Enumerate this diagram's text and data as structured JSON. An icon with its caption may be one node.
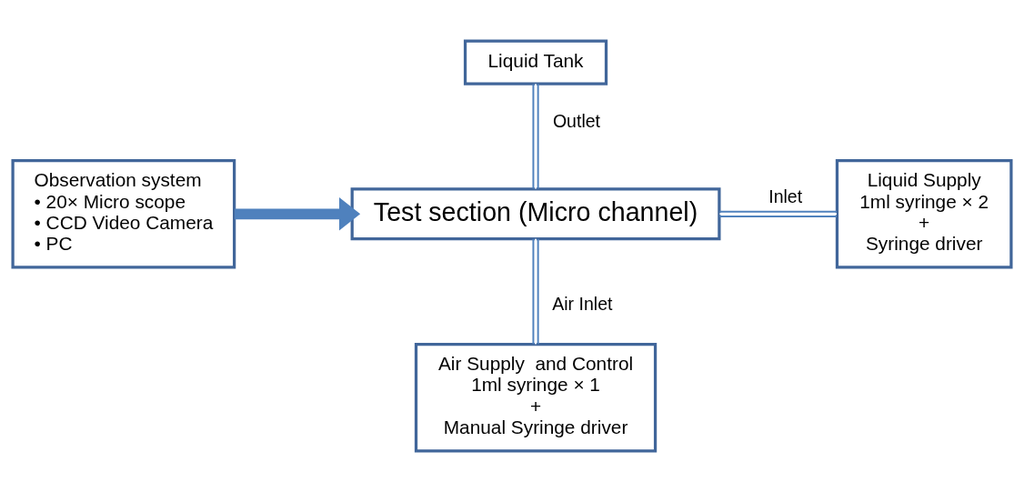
{
  "diagram": {
    "nodes": [
      {
        "text": [
          "Liquid Tank"
        ]
      },
      {
        "text": [
          "Observation system",
          "• 20× Micro scope",
          "• CCD Video Camera",
          "• PC"
        ]
      },
      {
        "text": [
          "Test section (Micro channel)"
        ]
      },
      {
        "text": [
          "Liquid Supply",
          "1ml syringe × 2",
          "+",
          "Syringe driver"
        ]
      },
      {
        "text": [
          "Air Supply  and Control",
          "1ml syringe × 1",
          "+",
          "Manual Syringe driver"
        ]
      }
    ],
    "edges": [
      {
        "from": 0,
        "to": 2,
        "arrow": "none",
        "label": "Outlet"
      },
      {
        "from": 1,
        "to": 2,
        "arrow": "to",
        "style": "thick"
      },
      {
        "from": 2,
        "to": 3,
        "arrow": "none",
        "label": "Inlet"
      },
      {
        "from": 2,
        "to": 4,
        "arrow": "none",
        "label": "Air Inlet"
      }
    ]
  }
}
